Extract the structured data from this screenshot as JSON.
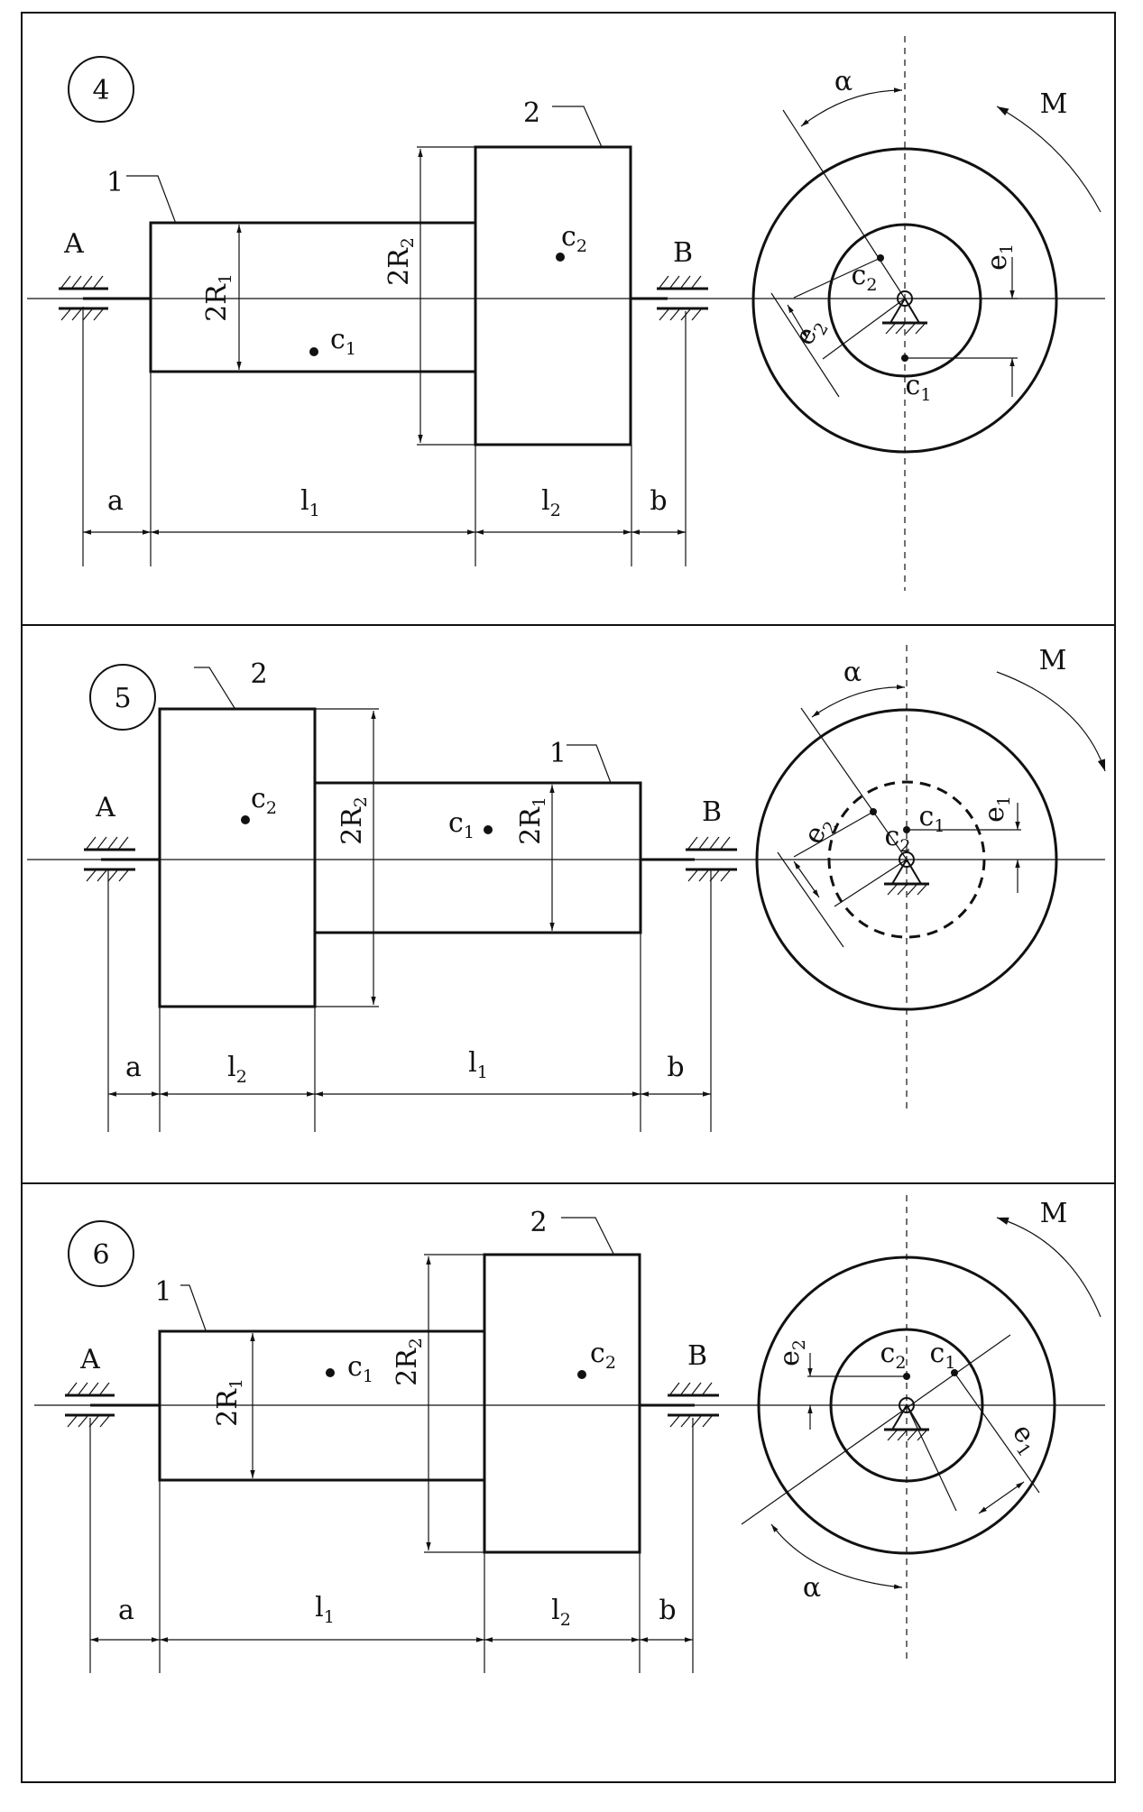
{
  "panels": [
    {
      "number": "4",
      "support_left": "A",
      "support_right": "B",
      "part1_label": "1",
      "part2_label": "2",
      "r1_label": "2R",
      "r1_sub": "1",
      "r2_label": "2R",
      "r2_sub": "2",
      "c1": "c",
      "c1_sub": "1",
      "c2": "c",
      "c2_sub": "2",
      "dim_a": "a",
      "dim_l1": "l",
      "dim_l1_sub": "1",
      "dim_l2": "l",
      "dim_l2_sub": "2",
      "dim_b": "b",
      "alpha": "α",
      "moment": "M",
      "e1": "e",
      "e1_sub": "1",
      "e2": "e",
      "e2_sub": "2"
    },
    {
      "number": "5",
      "support_left": "A",
      "support_right": "B",
      "part1_label": "1",
      "part2_label": "2",
      "r1_label": "2R",
      "r1_sub": "1",
      "r2_label": "2R",
      "r2_sub": "2",
      "c1": "c",
      "c1_sub": "1",
      "c2": "c",
      "c2_sub": "2",
      "dim_a": "a",
      "dim_l1": "l",
      "dim_l1_sub": "1",
      "dim_l2": "l",
      "dim_l2_sub": "2",
      "dim_b": "b",
      "alpha": "α",
      "moment": "M",
      "e1": "e",
      "e1_sub": "1",
      "e2": "e",
      "e2_sub": "2"
    },
    {
      "number": "6",
      "support_left": "A",
      "support_right": "B",
      "part1_label": "1",
      "part2_label": "2",
      "r1_label": "2R",
      "r1_sub": "1",
      "r2_label": "2R",
      "r2_sub": "2",
      "c1": "c",
      "c1_sub": "1",
      "c2": "c",
      "c2_sub": "2",
      "dim_a": "a",
      "dim_l1": "l",
      "dim_l1_sub": "1",
      "dim_l2": "l",
      "dim_l2_sub": "2",
      "dim_b": "b",
      "alpha": "α",
      "moment": "M",
      "e1": "e",
      "e1_sub": "1",
      "e2": "e",
      "e2_sub": "2"
    }
  ]
}
